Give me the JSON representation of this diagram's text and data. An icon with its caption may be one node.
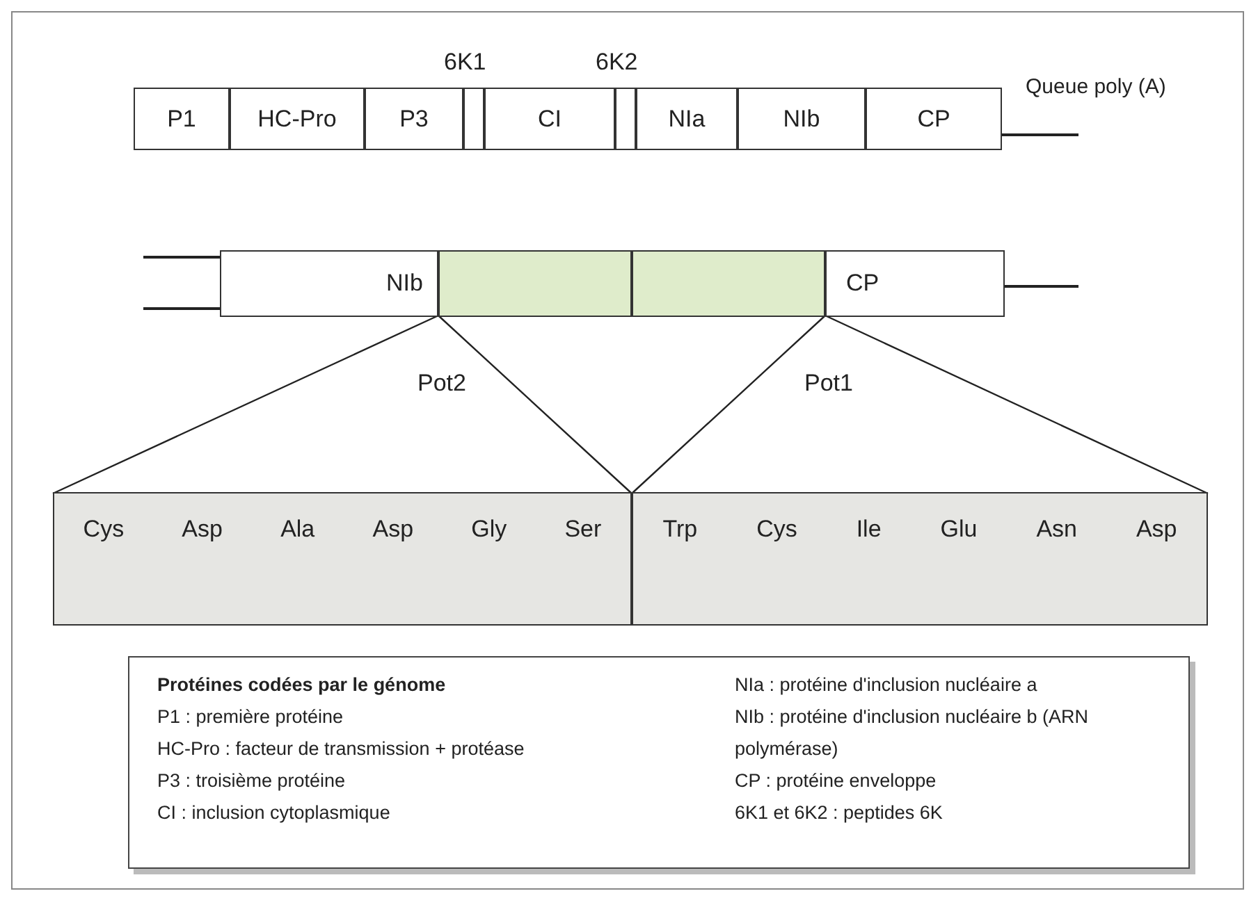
{
  "diagram": {
    "nodes": [
      {
        "text": [
          "P1"
        ]
      },
      {
        "text": [
          "HC-Pro"
        ]
      },
      {
        "text": [
          "P3"
        ]
      },
      {
        "text": [
          "6K1"
        ]
      },
      {
        "text": [
          "CI"
        ]
      },
      {
        "text": [
          "6K2"
        ]
      },
      {
        "text": [
          "NIa"
        ]
      },
      {
        "text": [
          "NIb"
        ]
      },
      {
        "text": [
          "CP"
        ]
      },
      {
        "text": [
          "NIb"
        ]
      },
      {
        "text": [],
        "shape": "box"
      },
      {
        "text": [],
        "shape": "box"
      },
      {
        "text": [
          "CP"
        ]
      },
      {
        "text": [
          "Cys",
          "Asp",
          "Ala",
          "Asp",
          "Gly",
          "Ser"
        ]
      },
      {
        "text": [
          "Trp",
          "Cys",
          "Ile",
          "Glu",
          "Asn",
          "Asp"
        ]
      },
      {
        "text": [
          "Protéines codées par le génome",
          "P1 : première protéine",
          "HC-Pro : facteur de transmission + protéase",
          "P3 : troisième protéine",
          "CI : inclusion cytoplasmique",
          "NIa : protéine d'inclusion nucléaire a",
          "NIb : protéine d'inclusion nucléaire b (ARN polymérase)",
          "CP : protéine enveloppe",
          "6K1 et 6K2 : peptides 6K"
        ]
      }
    ],
    "edges": [
      {
        "from": 9,
        "to": 13,
        "arrow": "none",
        "label": "Pot2"
      },
      {
        "from": 12,
        "to": 14,
        "arrow": "none",
        "label": "Pot1"
      }
    ],
    "labels": [
      "Queue poly (A)"
    ]
  }
}
